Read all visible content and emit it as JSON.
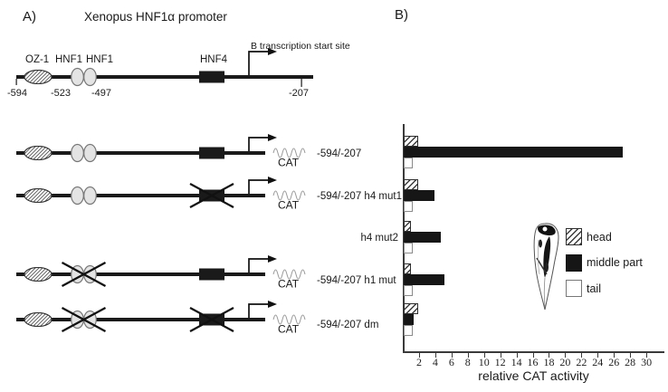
{
  "panelA": {
    "label": "A)",
    "title": "Xenopus HNF1α promoter",
    "map": {
      "site_labels": [
        "OZ-1",
        "HNF1",
        "HNF1",
        "HNF4"
      ],
      "tss_label": "B transcription start site",
      "coordinates": [
        "-594",
        "-523",
        "-497",
        "-207"
      ]
    },
    "constructs": [
      {
        "label": "-594/-207",
        "reporter": "CAT",
        "mutated_sites": []
      },
      {
        "label": "-594/-207 h4 mut1",
        "reporter": "CAT",
        "mutated_sites": [
          "HNF4"
        ]
      },
      {
        "label": "h4 mut2",
        "reporter": null,
        "mutated_sites": [
          "HNF4"
        ]
      },
      {
        "label": "-594/-207 h1 mut",
        "reporter": "CAT",
        "mutated_sites": [
          "HNF1"
        ]
      },
      {
        "label": "-594/-207 dm",
        "reporter": "CAT",
        "mutated_sites": [
          "HNF1",
          "HNF4"
        ]
      }
    ]
  },
  "panelB": {
    "label": "B)"
  },
  "chart_data": {
    "type": "bar",
    "orientation": "horizontal",
    "title": "",
    "xlabel": "relative CAT activity",
    "xlim": [
      0,
      32
    ],
    "xticks": [
      2,
      4,
      6,
      8,
      10,
      12,
      14,
      16,
      18,
      20,
      22,
      24,
      26,
      28,
      30
    ],
    "grid": false,
    "legend_position": "right",
    "categories": [
      "-594/-207",
      "-594/-207 h4 mut1",
      "h4 mut2",
      "-594/-207 h1 mut",
      "-594/-207 dm"
    ],
    "series": [
      {
        "name": "head",
        "style": "hatched",
        "values": [
          1.8,
          1.8,
          0.9,
          0.9,
          1.8
        ]
      },
      {
        "name": "middle part",
        "style": "solid",
        "values": [
          27.0,
          3.8,
          4.6,
          5.0,
          1.2
        ]
      },
      {
        "name": "tail",
        "style": "open",
        "values": [
          1.1,
          1.1,
          1.1,
          1.1,
          1.1
        ]
      }
    ],
    "legend_image": "xenopus-tadpole-sketch"
  },
  "colors": {
    "background": "#ffffff",
    "bar_black": "#161616",
    "hatch_line": "#3c3c3c",
    "site_box": "#1a1a1a",
    "ellipse_fill": "#e4e4e4",
    "axis": "#3a3a3a"
  }
}
